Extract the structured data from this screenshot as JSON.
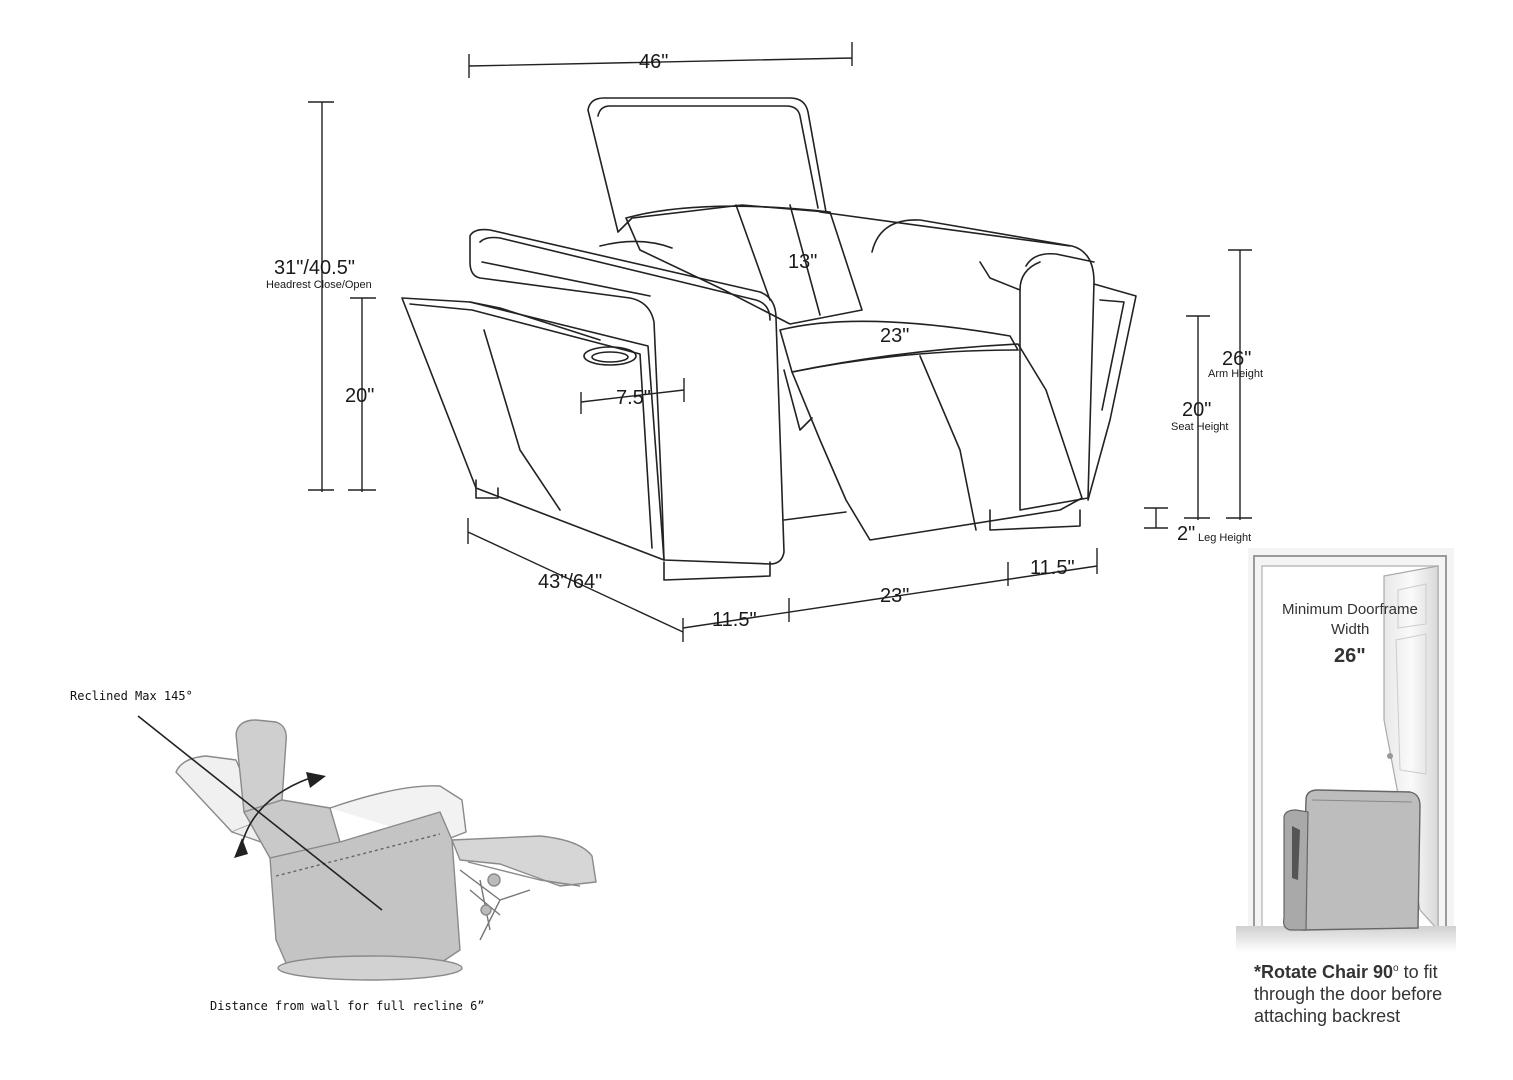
{
  "dimensions": {
    "width_top": "46\"",
    "height_total": "31\"/40.5\"",
    "height_total_caption": "Headrest Close/Open",
    "height_side": "20\"",
    "headrest_width": "13\"",
    "seat_depth": "23\"",
    "cupholder_width": "7.5\"",
    "arm_height": "26\"",
    "arm_height_caption": "Arm Height",
    "seat_height": "20\"",
    "seat_height_caption": "Seat Height",
    "leg_height": "2\"",
    "leg_height_caption": "Leg Height",
    "depth": "43\"/64\"",
    "front_left_arm": "11.5\"",
    "front_seat": "23\"",
    "front_right_arm": "11.5\""
  },
  "recline": {
    "title": "Reclined Max 145°",
    "caption": "Distance from wall for full recline 6”"
  },
  "doorframe": {
    "title_line1": "Minimum Doorframe",
    "title_line2": "Width",
    "value": "26\"",
    "note_bold": "*Rotate Chair 90",
    "note_degree": "o",
    "note_rest_line1": " to fit",
    "note_line2": "through the door before",
    "note_line3": "attaching backrest"
  }
}
